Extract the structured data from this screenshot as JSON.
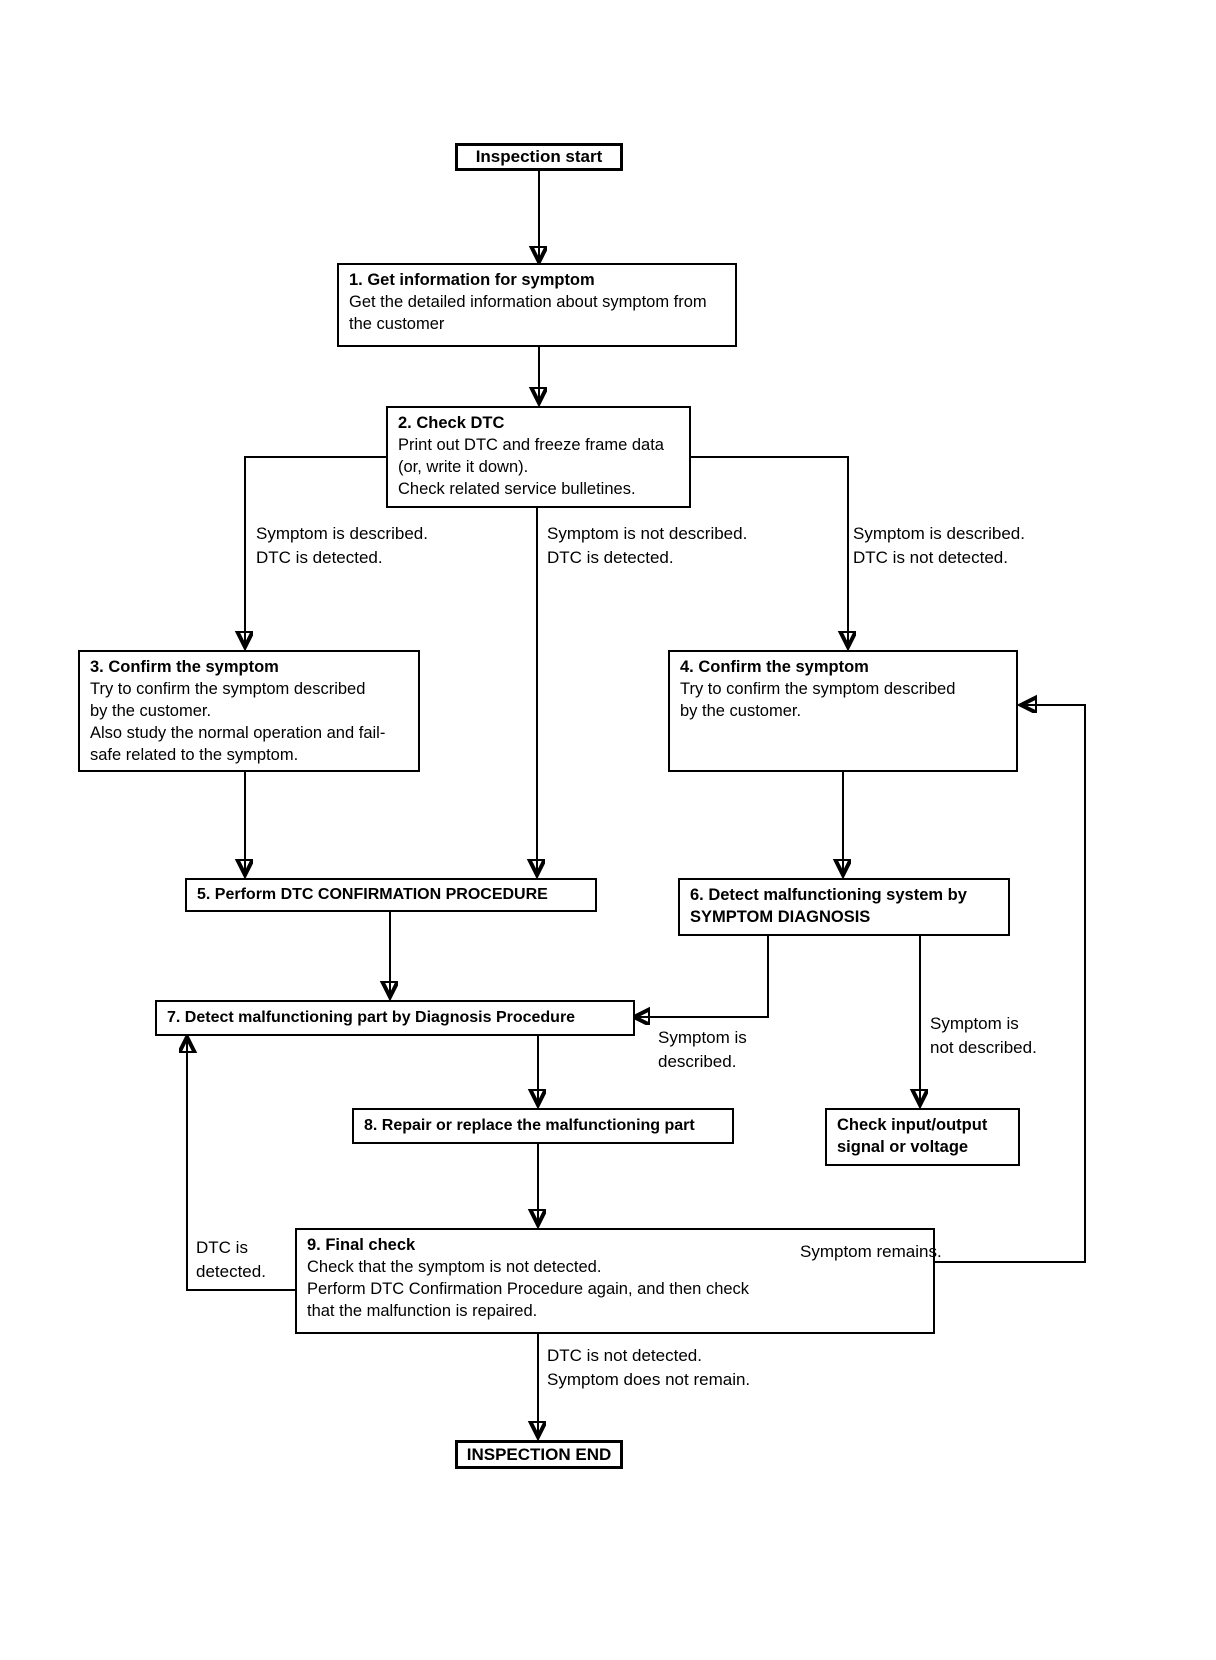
{
  "diagram": {
    "colors": {
      "line": "#000000",
      "background": "#ffffff",
      "box_border": "#000000",
      "text": "#000000"
    },
    "nodes": {
      "start": {
        "label": "Inspection start"
      },
      "n1": {
        "title": "1. Get information for symptom",
        "lines": [
          "Get the detailed information about symptom from",
          "the customer"
        ]
      },
      "n2": {
        "title": "2. Check DTC",
        "lines": [
          "Print out DTC and freeze frame data",
          "(or, write it down).",
          "Check related service bulletines."
        ]
      },
      "n3": {
        "title": "3. Confirm the symptom",
        "lines": [
          "Try to confirm the symptom described",
          "by the customer.",
          "Also study the normal operation and fail-",
          "safe related to the symptom."
        ]
      },
      "n4": {
        "title": "4. Confirm the symptom",
        "lines": [
          "Try to confirm the symptom described",
          "by the customer."
        ]
      },
      "n5": {
        "title": "5. Perform DTC CONFIRMATION PROCEDURE"
      },
      "n6": {
        "title": "6. Detect malfunctioning system by",
        "title2": "SYMPTOM DIAGNOSIS"
      },
      "n7": {
        "title": "7. Detect malfunctioning part by Diagnosis Procedure"
      },
      "n8": {
        "title": "8. Repair or replace the malfunctioning part"
      },
      "check_io": {
        "title": "Check input/output",
        "title2": "signal or voltage"
      },
      "n9": {
        "title": "9. Final check",
        "lines": [
          "Check that the symptom is not detected.",
          "Perform DTC Confirmation Procedure again, and then check",
          "that the malfunction is repaired."
        ]
      },
      "end": {
        "label": "INSPECTION END"
      }
    },
    "edge_labels": {
      "left_branch": {
        "line1": "Symptom is described.",
        "line2": "DTC is detected."
      },
      "mid_branch": {
        "line1": "Symptom is not described.",
        "line2": "DTC is detected."
      },
      "right_branch": {
        "line1": "Symptom is described.",
        "line2": "DTC is not detected."
      },
      "symptom_described": {
        "line1": "Symptom is",
        "line2": "described."
      },
      "symptom_not_described": {
        "line1": "Symptom is",
        "line2": "not described."
      },
      "dtc_detected": {
        "line1": "DTC is",
        "line2": "detected."
      },
      "symptom_remains": "Symptom remains.",
      "end_branch": {
        "line1": "DTC is not detected.",
        "line2": "Symptom does not remain."
      }
    }
  }
}
